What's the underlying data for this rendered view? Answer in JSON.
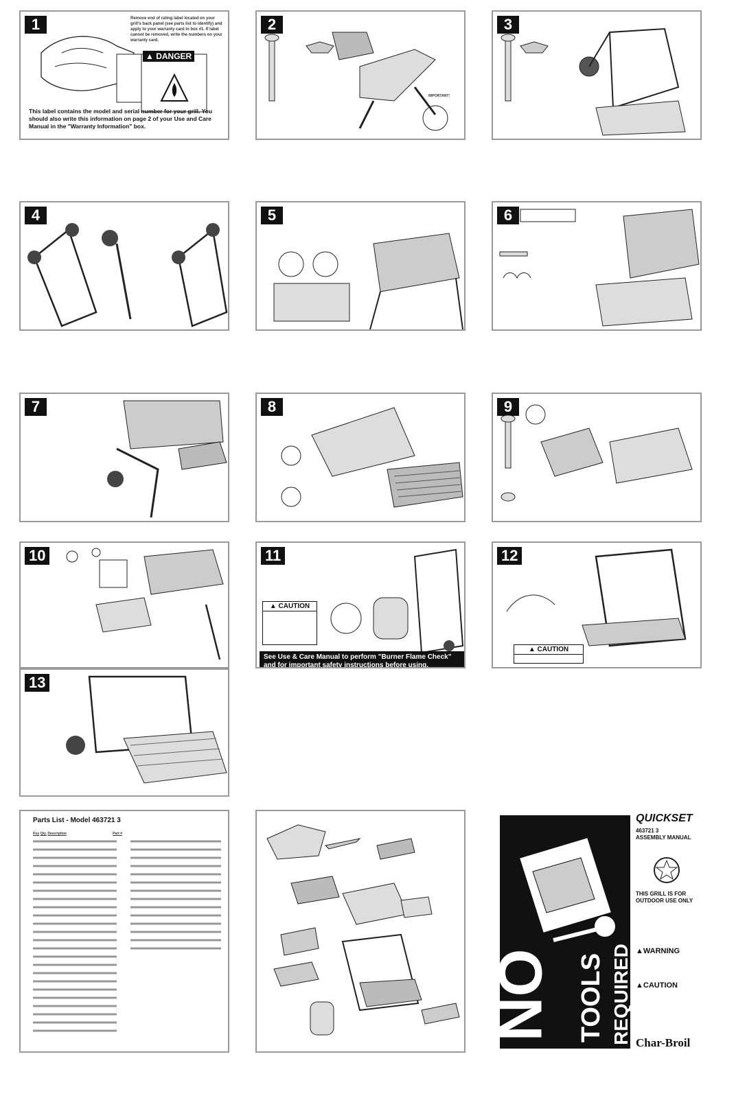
{
  "steps": [
    {
      "num": "1",
      "text": "Remove end of rating label located on your grill's back panel (see parts list to identify) and apply to your warranty card in box #1. If label cannot be removed, write the numbers on your warranty card."
    },
    {
      "num": "2"
    },
    {
      "num": "3"
    },
    {
      "num": "4"
    },
    {
      "num": "5"
    },
    {
      "num": "6"
    },
    {
      "num": "7"
    },
    {
      "num": "8"
    },
    {
      "num": "9"
    },
    {
      "num": "10"
    },
    {
      "num": "11"
    },
    {
      "num": "12"
    },
    {
      "num": "13"
    }
  ],
  "step1": {
    "danger_label": "▲ DANGER",
    "note": "This label contains the model and serial number for your grill. You should also write this information on page 2 of your Use and Care Manual in the \"Warranty Information\" box."
  },
  "step2": {
    "important": "IMPORTANT!"
  },
  "step11": {
    "caution": "▲ CAUTION",
    "banner": "See Use & Care Manual to perform \"Burner Flame Check\" and for important safety instructions before using."
  },
  "step12": {
    "caution": "▲ CAUTION"
  },
  "parts_list": {
    "title": "Parts List - Model 463721 3",
    "headers": [
      "Key",
      "Qty.",
      "Description",
      "Part #"
    ]
  },
  "cover": {
    "brand_line": "QUICKSET",
    "model": "463721 3",
    "manual": "ASSEMBLY MANUAL",
    "outdoor": "THIS GRILL IS FOR OUTDOOR USE ONLY",
    "warning": "▲WARNING",
    "caution": "▲CAUTION",
    "no": "NO",
    "tools": "TOOLS",
    "required": "REQUIRED",
    "maker": "Char-Broil"
  },
  "colors": {
    "border": "#9a9a9a",
    "ink": "#111111"
  }
}
